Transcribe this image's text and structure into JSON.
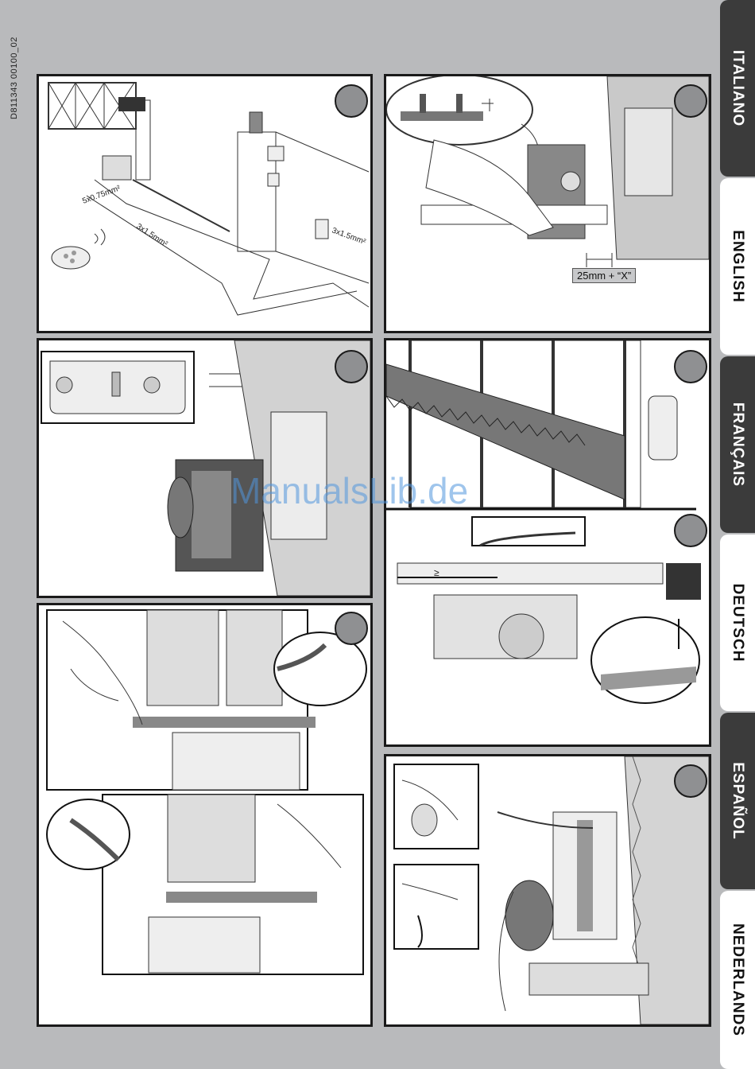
{
  "doc_code": "D811343 00100_02",
  "languages": [
    {
      "label": "ITALIANO",
      "style": "dark"
    },
    {
      "label": "ENGLISH",
      "style": "light"
    },
    {
      "label": "FRANÇAIS",
      "style": "dark"
    },
    {
      "label": "DEUTSCH",
      "style": "light"
    },
    {
      "label": "ESPAÑOL",
      "style": "dark"
    },
    {
      "label": "NEDERLANDS",
      "style": "light"
    }
  ],
  "panel1": {
    "cable_a": "5x0.75mm²",
    "cable_b": "3x1.5mm²",
    "cable_c": "3x1.5mm²"
  },
  "panel2": {
    "dimension_label": "25mm + “X”"
  },
  "watermark": "ManualsLib.de",
  "panel5": {
    "ge_symbol": "≥"
  }
}
